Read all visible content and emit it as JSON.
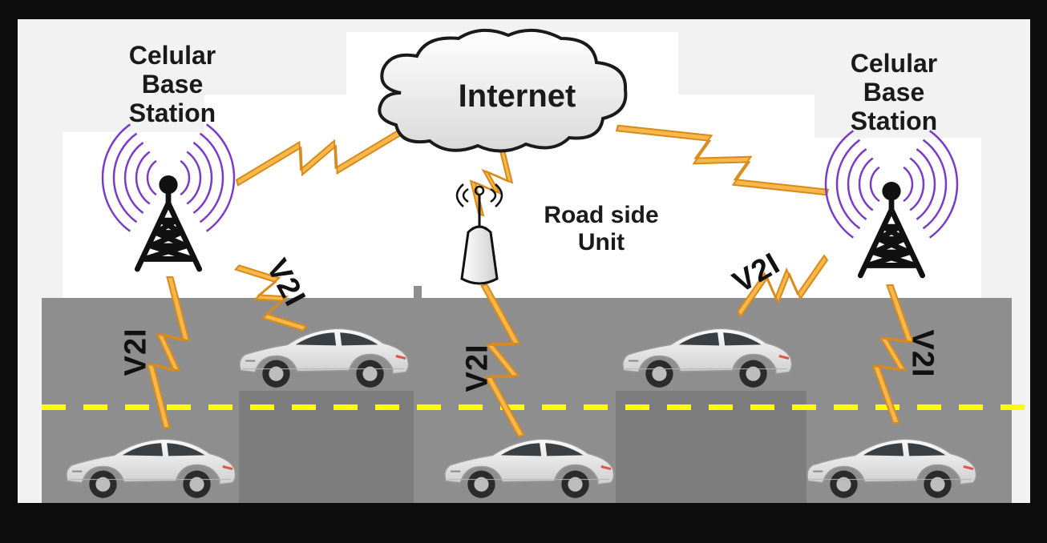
{
  "labels": {
    "internet": "Internet",
    "base_station_left": [
      "Celular",
      "Base",
      "Station"
    ],
    "base_station_right": [
      "Celular",
      "Base",
      "Station"
    ],
    "rsu": [
      "Road side",
      "Unit"
    ],
    "v2i_link_left_tower": "V2I",
    "v2i_link_left_car": "V2I",
    "v2i_link_rsu": "V2I",
    "v2i_link_right_car": "V2I",
    "v2i_link_right_tower": "V2I"
  },
  "colors": {
    "background": "#f2f2f2",
    "road": "#8c8c8c",
    "lane_marking": "#ffff00",
    "signal_arcs": "#7a3cc8",
    "lightning_fill": "#f6b84a",
    "lightning_stroke": "#d98a1c",
    "car_body": "#e9e9e9"
  },
  "icons": [
    "cloud-icon",
    "cell-tower-icon",
    "road-side-unit-icon",
    "car-icon",
    "lightning-link-icon"
  ]
}
